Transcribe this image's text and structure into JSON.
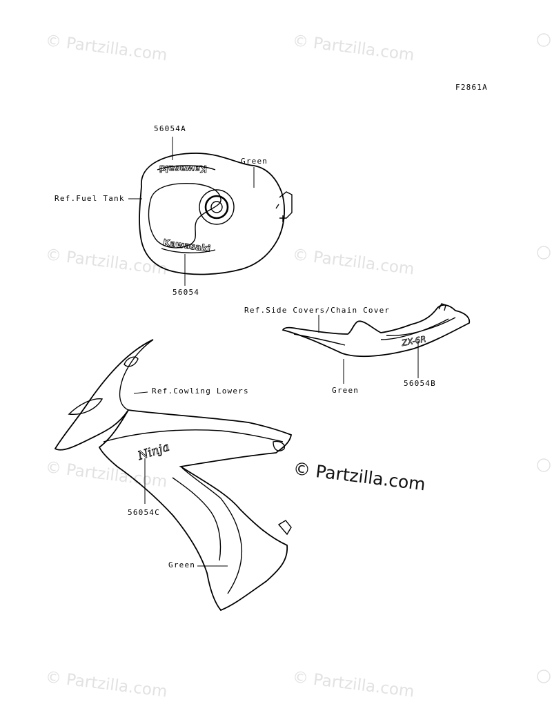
{
  "figure_code": "F2861A",
  "watermark": {
    "text": "© Partzilla.com",
    "prominent_text": "© Partzilla.com",
    "color": "#e2e2e2"
  },
  "fuel_tank_group": {
    "part_top": "56054A",
    "color_label": "Green",
    "ref_label": "Ref.Fuel Tank",
    "part_bottom": "56054",
    "decal_text": "Kawasaki"
  },
  "seat_cover_group": {
    "ref_label": "Ref.Side Covers/Chain Cover",
    "color_label": "Green",
    "part": "56054B",
    "decal_text": "ZX-6R"
  },
  "cowling_group": {
    "ref_label": "Ref.Cowling Lowers",
    "part": "56054C",
    "color_label": "Green",
    "decal_text": "Ninja"
  }
}
